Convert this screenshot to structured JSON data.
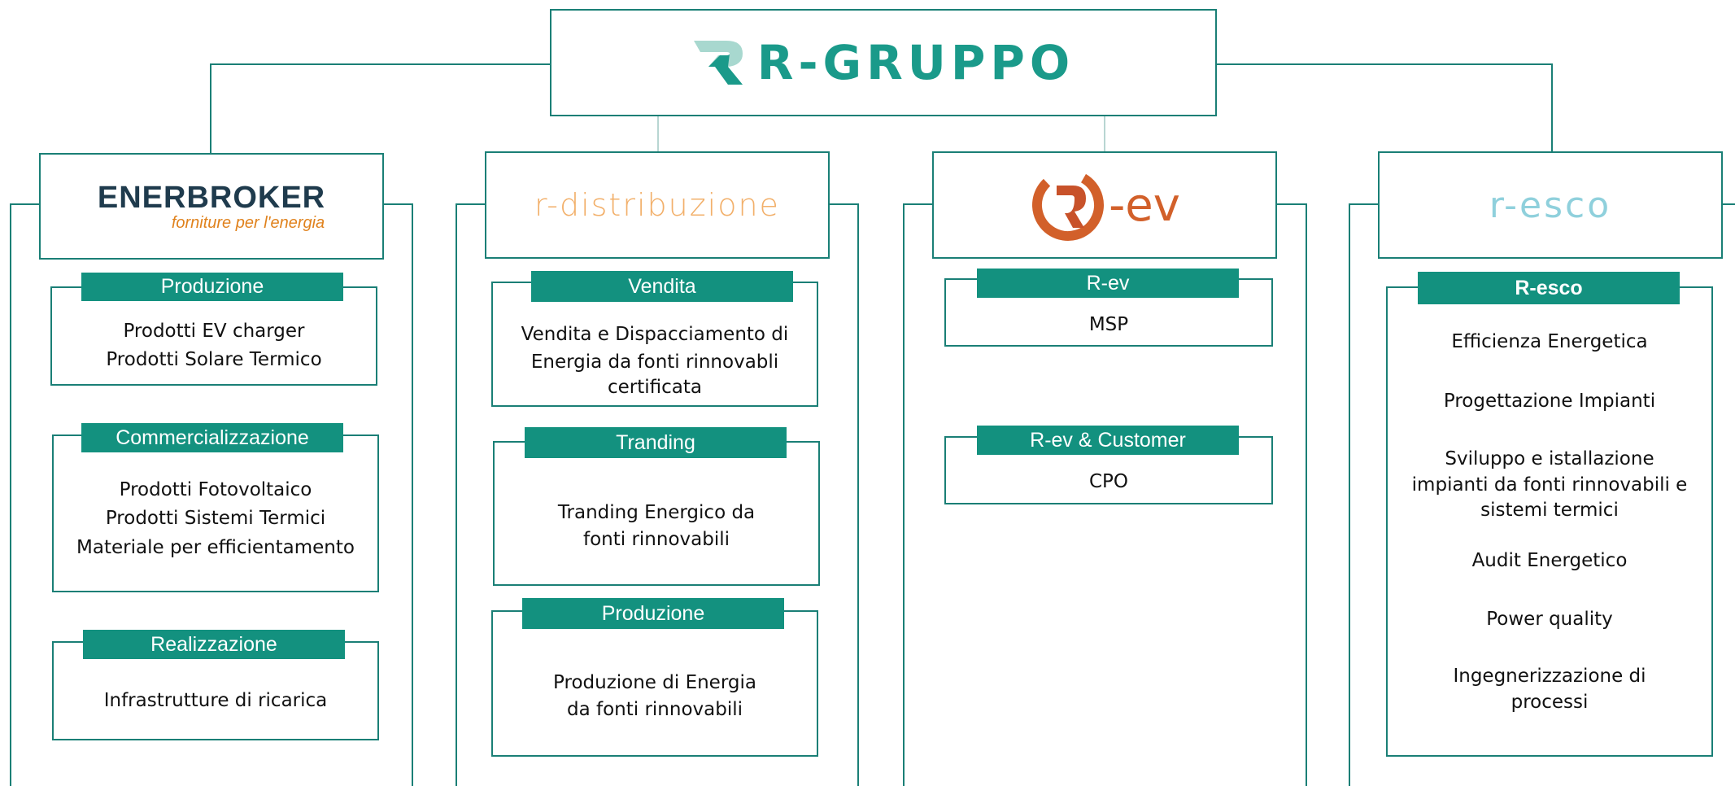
{
  "header": {
    "logo_text": "R-GRUPPO"
  },
  "companies": [
    {
      "logo": {
        "name": "ENERBROKER",
        "tagline": "forniture per l'energia",
        "color": "#1f3b4d",
        "accent": "#e0821d"
      },
      "sections": [
        {
          "title": "Produzione",
          "items": [
            "Prodotti EV charger",
            "Prodotti Solare Termico"
          ]
        },
        {
          "title": "Commercializzazione",
          "items": [
            "Prodotti Fotovoltaico",
            "Prodotti Sistemi Termici",
            "Materiale per efficientamento"
          ]
        },
        {
          "title": "Realizzazione",
          "items": [
            "Infrastrutture di ricarica"
          ]
        }
      ]
    },
    {
      "logo": {
        "name": "r-distribuzione",
        "color": "#f2b06b"
      },
      "sections": [
        {
          "title": "Vendita",
          "items": [
            "Vendita e Dispacciamento di",
            "Energia da fonti rinnovabli",
            "certificata"
          ]
        },
        {
          "title": "Tranding",
          "items": [
            "Tranding Energico da",
            "fonti rinnovabili"
          ]
        },
        {
          "title": "Produzione",
          "items": [
            "Produzione di Energia",
            "da fonti rinnovabili"
          ]
        }
      ]
    },
    {
      "logo": {
        "name": "-ev",
        "color": "#d2602a"
      },
      "sections": [
        {
          "title": "R-ev",
          "items": [
            "MSP"
          ]
        },
        {
          "title": "R-ev & Customer",
          "items": [
            "CPO"
          ]
        }
      ]
    },
    {
      "logo": {
        "name": "r-esco",
        "color": "#8fd0dc"
      },
      "sections": [
        {
          "title": "R-esco",
          "items": [
            "Efficienza Energetica",
            "Progettazione Impianti",
            "Sviluppo e istallazione",
            "impianti da fonti rinnovabili e",
            "sistemi termici",
            "Audit Energetico",
            "Power quality",
            "Ingegnerizzazione di",
            "processi"
          ]
        }
      ]
    }
  ],
  "colors": {
    "frame": "#1a7f76",
    "tab": "#13917f",
    "logo_teal": "#1a9a8a",
    "logo_teal_light": "#a8d8cf"
  }
}
